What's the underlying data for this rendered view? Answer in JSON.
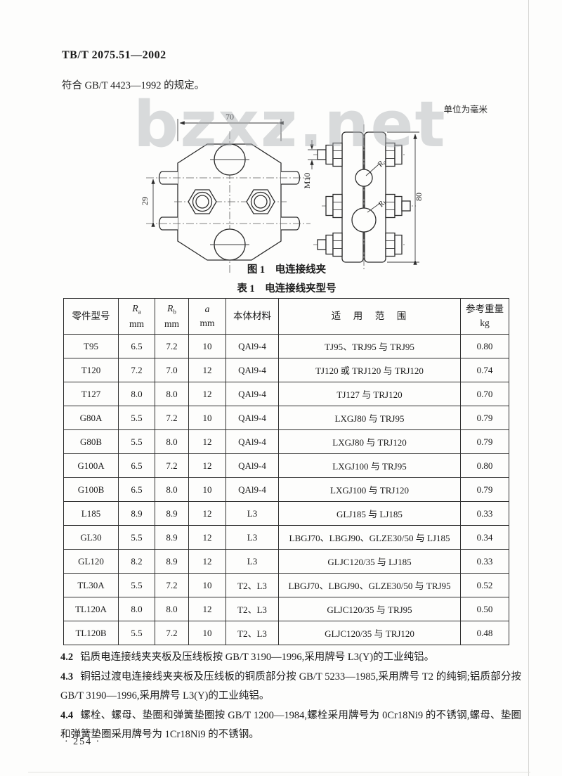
{
  "page": {
    "standard_code": "TB/T 2075.51—2002",
    "intro": "符合 GB/T 4423—1992 的规定。",
    "watermark": "bzxz.net",
    "page_number": "· 254 ·"
  },
  "figure": {
    "unit_note": "单位为毫米",
    "caption": "图 1　电连接线夹",
    "dims": {
      "width": "70",
      "wire_spacing": "29",
      "height": "80",
      "bolt_thread": "M10",
      "r_letter": "R",
      "ra_sub": "a",
      "rb_sub": "b"
    }
  },
  "table": {
    "title": "表 1　电连接线夹型号",
    "headers": {
      "model": "零件型号",
      "r_letter": "R",
      "ra_sub": "a",
      "rb_sub": "b",
      "a_letter": "a",
      "unit_mm": "mm",
      "material": "本体材料",
      "range": "适　用　范　围",
      "weight_line1": "参考重量",
      "weight_line2": "kg"
    },
    "rows": [
      [
        "T95",
        "6.5",
        "7.2",
        "10",
        "QAl9-4",
        "TJ95、TRJ95 与 TRJ95",
        "0.80"
      ],
      [
        "T120",
        "7.2",
        "7.0",
        "12",
        "QAl9-4",
        "TJ120 或 TRJ120 与 TRJ120",
        "0.74"
      ],
      [
        "T127",
        "8.0",
        "8.0",
        "12",
        "QAl9-4",
        "TJ127 与 TRJ120",
        "0.70"
      ],
      [
        "G80A",
        "5.5",
        "7.2",
        "10",
        "QAl9-4",
        "LXGJ80 与 TRJ95",
        "0.79"
      ],
      [
        "G80B",
        "5.5",
        "8.0",
        "12",
        "QAl9-4",
        "LXGJ80 与 TRJ120",
        "0.79"
      ],
      [
        "G100A",
        "6.5",
        "7.2",
        "12",
        "QAl9-4",
        "LXGJ100 与 TRJ95",
        "0.80"
      ],
      [
        "G100B",
        "6.5",
        "8.0",
        "10",
        "QAl9-4",
        "LXGJ100 与 TRJ120",
        "0.79"
      ],
      [
        "L185",
        "8.9",
        "8.9",
        "12",
        "L3",
        "GLJ185 与 LJ185",
        "0.33"
      ],
      [
        "GL30",
        "5.5",
        "8.9",
        "12",
        "L3",
        "LBGJ70、LBGJ90、GLZE30/50 与 LJ185",
        "0.34"
      ],
      [
        "GL120",
        "8.2",
        "8.9",
        "12",
        "L3",
        "GLJC120/35 与 LJ185",
        "0.33"
      ],
      [
        "TL30A",
        "5.5",
        "7.2",
        "10",
        "T2、L3",
        "LBGJ70、LBGJ90、GLZE30/50 与 TRJ95",
        "0.52"
      ],
      [
        "TL120A",
        "8.0",
        "8.0",
        "12",
        "T2、L3",
        "GLJC120/35 与 TRJ95",
        "0.50"
      ],
      [
        "TL120B",
        "5.5",
        "7.2",
        "10",
        "T2、L3",
        "GLJC120/35 与 TRJ120",
        "0.48"
      ]
    ]
  },
  "notes": [
    {
      "num": "4.2",
      "text": "铝质电连接线夹夹板及压线板按 GB/T 3190—1996,采用牌号 L3(Y)的工业纯铝。"
    },
    {
      "num": "4.3",
      "text": "铜铝过渡电连接线夹夹板及压线板的铜质部分按 GB/T 5233—1985,采用牌号 T2 的纯铜;铝质部分按 GB/T 3190—1996,采用牌号 L3(Y)的工业纯铝。"
    },
    {
      "num": "4.4",
      "text": "螺栓、螺母、垫圈和弹簧垫圈按 GB/T 1200—1984,螺栓采用牌号为 0Cr18Ni9 的不锈钢,螺母、垫圈和弹簧垫圈采用牌号为 1Cr18Ni9 的不锈钢。"
    }
  ]
}
